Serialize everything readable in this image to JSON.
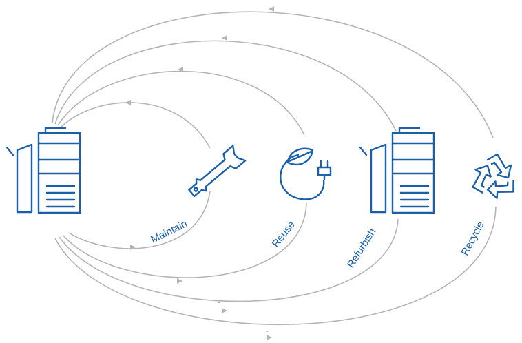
{
  "colors": {
    "accent": "#1a5fa8",
    "loop": "#b4b4b4",
    "background": "#ffffff"
  },
  "labels": {
    "maintain": "Maintain",
    "reuse": "Reuse",
    "refurbish": "Refurbish",
    "recycle": "Recycle"
  },
  "marks": {
    "dash_1": "-",
    "dash_2": "-"
  },
  "icons": {
    "source": "printer-icon",
    "maintain": "wrench-icon",
    "reuse": "leaf-plug-icon",
    "refurbish": "printer-icon",
    "recycle": "recycle-icon"
  }
}
